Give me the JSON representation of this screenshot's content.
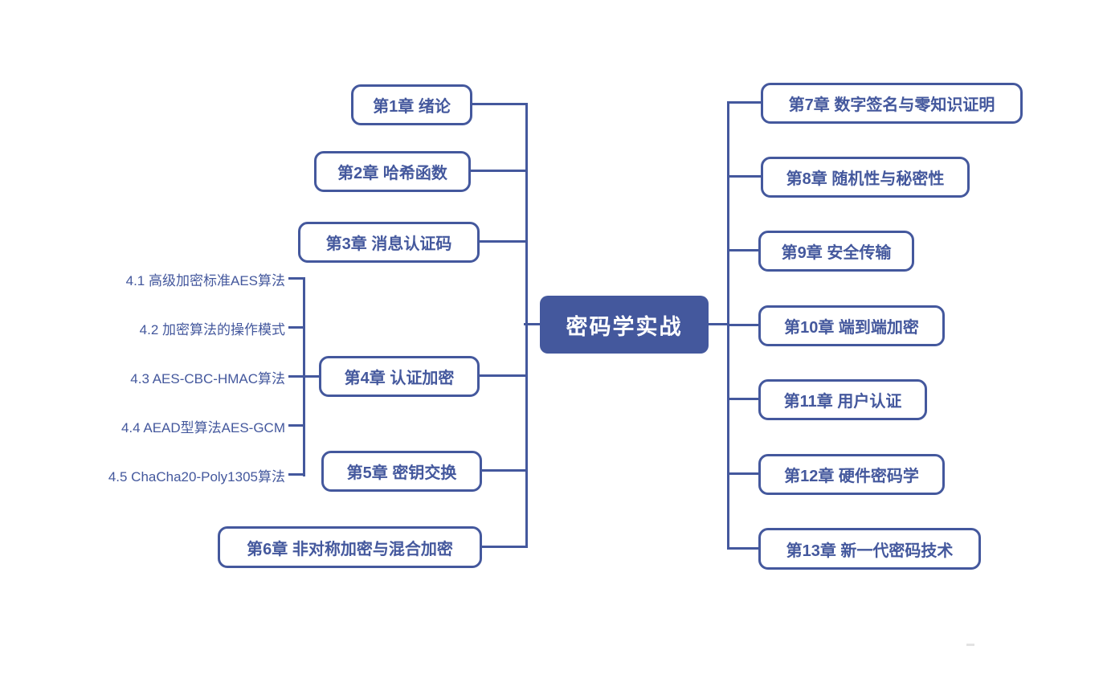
{
  "diagram": {
    "title": "密码学实战",
    "left_chapters": [
      {
        "label": "第1章 绪论"
      },
      {
        "label": "第2章 哈希函数"
      },
      {
        "label": "第3章 消息认证码"
      },
      {
        "label": "第4章 认证加密"
      },
      {
        "label": "第5章 密钥交换"
      },
      {
        "label": "第6章 非对称加密与混合加密"
      }
    ],
    "chapter4_subitems": [
      {
        "label": "4.1 高级加密标准AES算法"
      },
      {
        "label": "4.2 加密算法的操作模式"
      },
      {
        "label": "4.3 AES-CBC-HMAC算法"
      },
      {
        "label": "4.4 AEAD型算法AES-GCM"
      },
      {
        "label": "4.5 ChaCha20-Poly1305算法"
      }
    ],
    "right_chapters": [
      {
        "label": "第7章 数字签名与零知识证明"
      },
      {
        "label": "第8章 随机性与秘密性"
      },
      {
        "label": "第9章 安全传输"
      },
      {
        "label": "第10章 端到端加密"
      },
      {
        "label": "第11章 用户认证"
      },
      {
        "label": "第12章 硬件密码学"
      },
      {
        "label": "第13章 新一代密码技术"
      }
    ],
    "colors": {
      "accent": "#44589D",
      "node_background": "#FFFFFF",
      "central_text": "#FFFFFF"
    }
  }
}
